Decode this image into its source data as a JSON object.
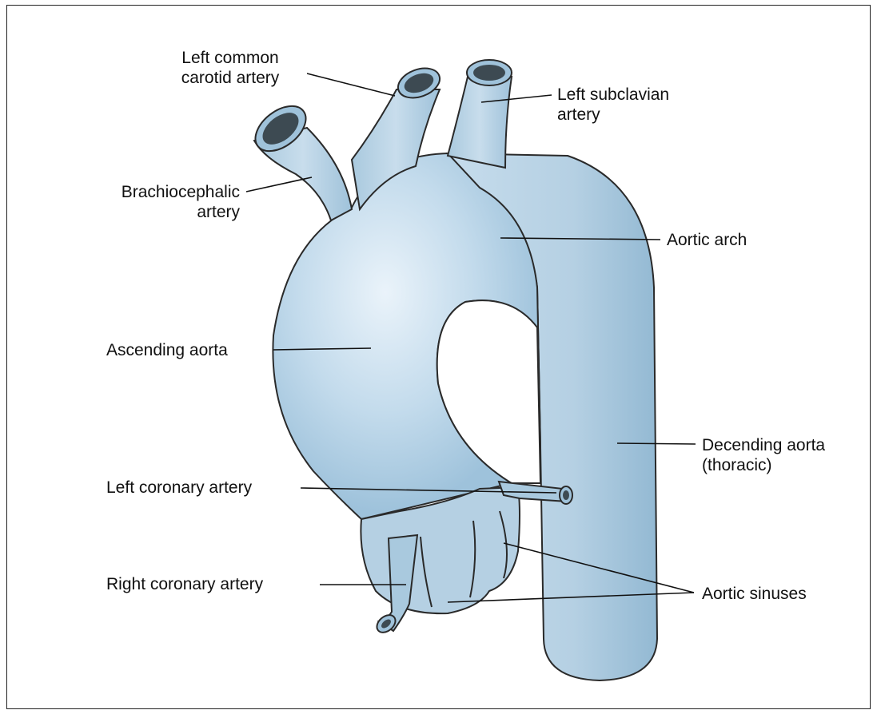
{
  "labels": {
    "left_common_carotid": [
      "Left common",
      "carotid artery"
    ],
    "left_subclavian": [
      "Left subclavian",
      "artery"
    ],
    "brachiocephalic": [
      "Brachiocephalic",
      "artery"
    ],
    "aortic_arch": "Aortic arch",
    "ascending_aorta": "Ascending aorta",
    "descending_aorta": [
      "Decending aorta",
      "(thoracic)"
    ],
    "left_coronary": "Left coronary artery",
    "right_coronary": "Right coronary artery",
    "aortic_sinuses": "Aortic sinuses"
  },
  "colors": {
    "vessel_fill": "#b7d3e6",
    "vessel_light": "#e6f1f8",
    "vessel_dark": "#8fb6d1",
    "lumen": "#3d4a52",
    "outline": "#2a2a2a"
  }
}
